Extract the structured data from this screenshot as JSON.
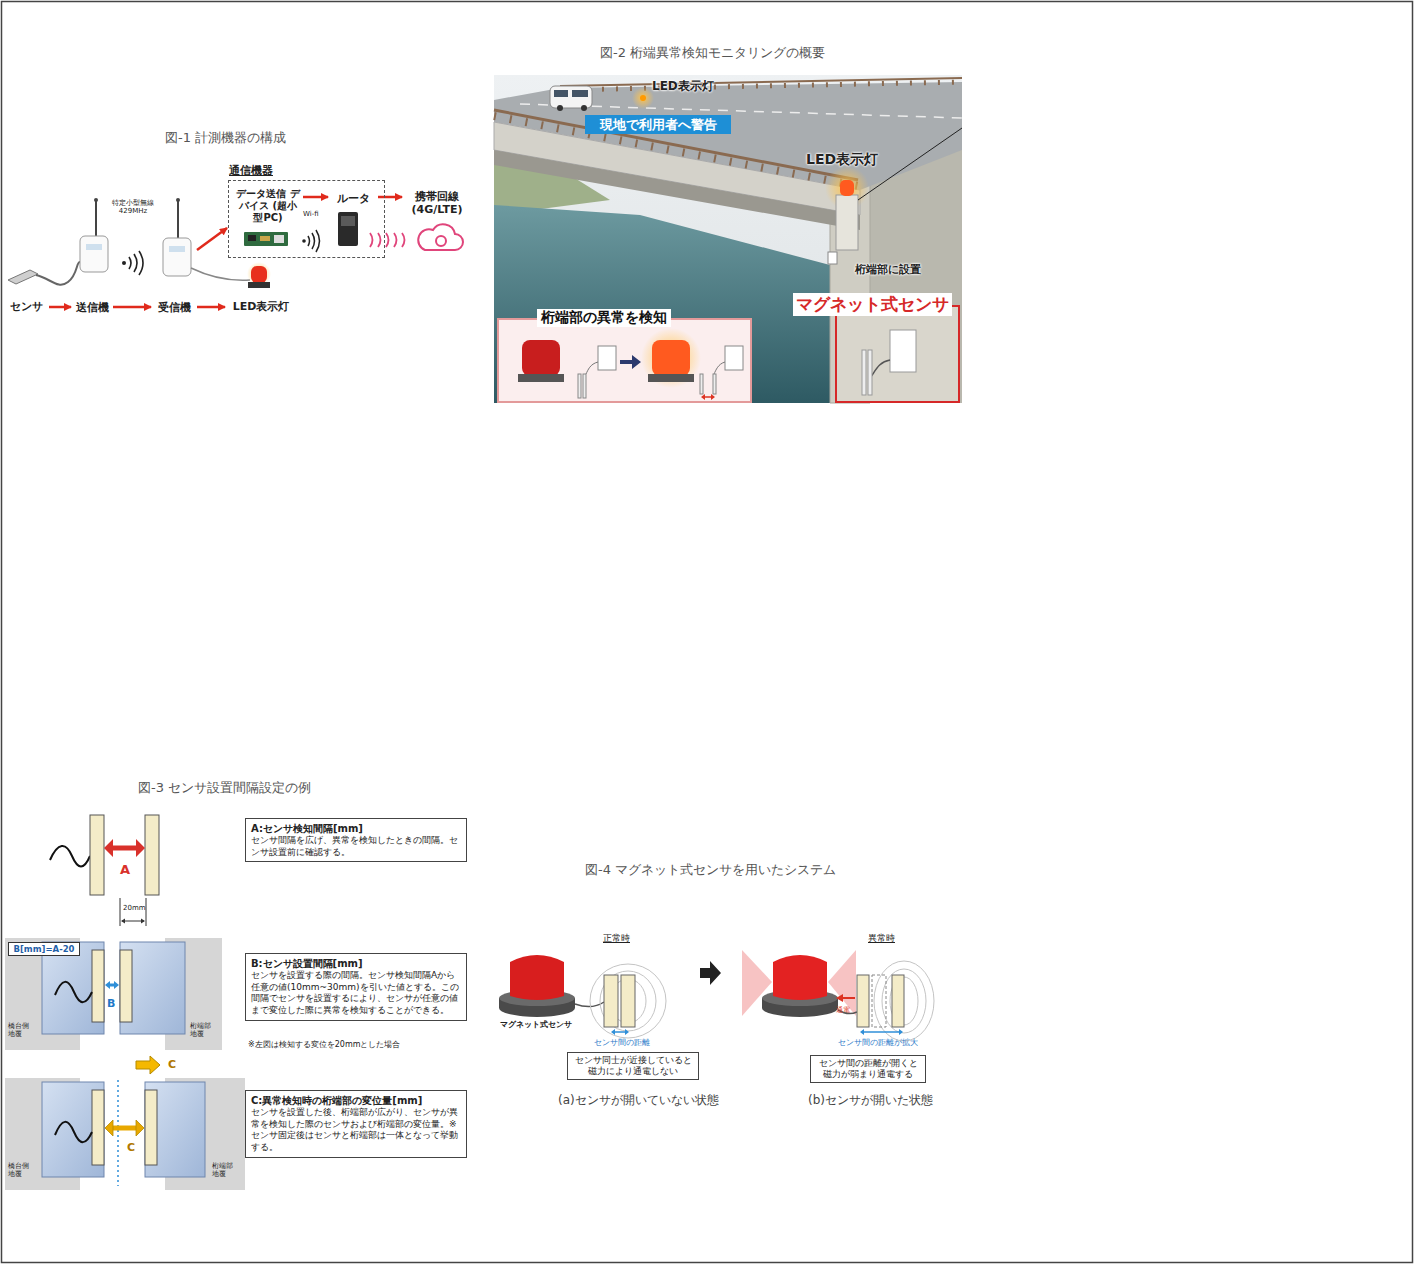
{
  "diagram": {
    "nodes": [
      {
        "text": [
          "通信機器"
        ]
      },
      {
        "text": [
          "データ送信 デバイス (超小型PC)"
        ],
        "in": 0
      },
      {
        "text": [
          "ルータ"
        ],
        "in": 0
      },
      {
        "text": [
          "携帯回線 (4G/LTE)"
        ]
      },
      {
        "text": [
          "センサ"
        ]
      },
      {
        "text": [
          "送信機"
        ]
      },
      {
        "text": [
          "受信機"
        ]
      },
      {
        "text": [
          "LED表示灯"
        ]
      },
      {
        "text": [
          "現地で利用者へ警告"
        ]
      },
      {
        "text": [
          "桁端部の異常を検知"
        ]
      },
      {
        "text": [
          "マグネット式センサ"
        ]
      },
      {
        "text": [
          "A:センサ検知間隔[mm]",
          "センサ間隔を広げ、異常を検知したときの間隔。センサ設置前に確認する。"
        ]
      },
      {
        "text": [
          "B[mm]=A-20"
        ]
      },
      {
        "text": [
          "B:センサ設置間隔[mm]",
          "センサを設置する際の間隔。センサ検知間隔Aから任意の値(10mm~30mm)を引いた値とする。この間隔でセンサを設置するにより、センサが任意の値まで変位した際に異常を検知することができる。"
        ]
      },
      {
        "text": [
          "C:異常検知時の桁端部の変位量[mm]",
          "センサを設置した後、桁端部が広がり、センサが異常を検知した際のセンサおよび桁端部の変位量。※センサ固定後はセンサと桁端部は一体となって挙動する。"
        ]
      },
      {
        "text": [
          "センサ同士が近接していると磁力により通電しない"
        ]
      },
      {
        "text": [
          "センサ間の距離が開くと磁力が弱まり通電する"
        ]
      }
    ],
    "edges": [
      {
        "from": 4,
        "to": 5,
        "arrow": "to"
      },
      {
        "from": 5,
        "to": 6,
        "arrow": "to"
      },
      {
        "from": 6,
        "to": 7,
        "arrow": "to"
      },
      {
        "from": 6,
        "to": 0,
        "arrow": "to"
      },
      {
        "from": 1,
        "to": 2,
        "arrow": "to"
      },
      {
        "from": 2,
        "to": 3,
        "arrow": "to"
      }
    ],
    "labels": [
      "図-1 計測機器の構成",
      "特定小型無線 429MHz",
      "Wi-fi",
      "図-2 桁端異常検知モニタリングの概要",
      "LED表示灯",
      "LED表示灯",
      "桁端部に設置",
      "図-3 センサ設置間隔設定の例",
      "A",
      "20mm",
      "B",
      "※左図は検知する変位を20mmとした場合",
      "C",
      "C",
      "橋台側 地覆",
      "桁端部 地覆",
      "橋台側 地覆",
      "桁端部 地覆",
      "図-4 マグネット式センサを用いたシステム",
      "正常時",
      "異常時",
      "マグネット式センサ",
      "センサ間の距離",
      "センサ間の距離が拡大",
      "通電",
      "(a)センサが開いていない状態",
      "(b)センサが開いた状態"
    ]
  }
}
